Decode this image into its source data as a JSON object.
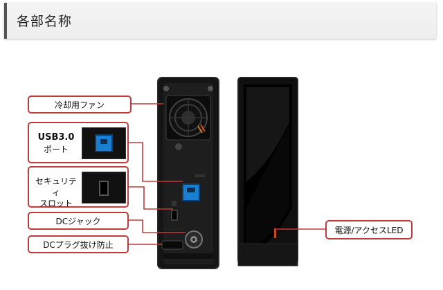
{
  "header": {
    "title": "各部名称"
  },
  "labels": {
    "fan": "冷却用ファン",
    "usb_title": "USB3.0",
    "usb_sub": "ポート",
    "lock_line1": "セキュリティ",
    "lock_line2": "スロット",
    "dc_jack": "DCジャック",
    "dc_plug": "DCプラグ抜け防止",
    "power_led": "電源/アクセスLED"
  },
  "icons": {
    "fan": "cooling-fan-icon",
    "usb": "usb-port-icon",
    "lock": "security-slot-icon",
    "dc": "dc-jack-icon",
    "led": "led-indicator-icon"
  },
  "colors": {
    "callout_border": "#c0393b",
    "leader_line": "#c0393b",
    "usb_blue": "#1a7fd0",
    "device_body": "#151515"
  }
}
